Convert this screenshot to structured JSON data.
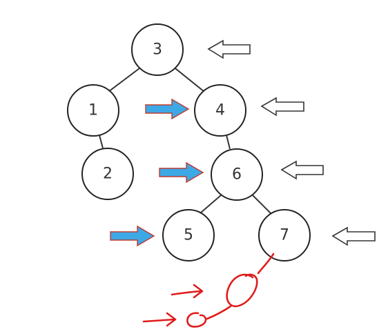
{
  "tree": {
    "nodes": [
      {
        "id": "n3",
        "label": "3"
      },
      {
        "id": "n1",
        "label": "1"
      },
      {
        "id": "n4",
        "label": "4"
      },
      {
        "id": "n2",
        "label": "2"
      },
      {
        "id": "n6",
        "label": "6"
      },
      {
        "id": "n5",
        "label": "5"
      },
      {
        "id": "n7",
        "label": "7"
      }
    ],
    "edges": [
      [
        "3",
        "1"
      ],
      [
        "3",
        "4"
      ],
      [
        "1",
        "2"
      ],
      [
        "4",
        "6"
      ],
      [
        "6",
        "5"
      ],
      [
        "6",
        "7"
      ]
    ]
  },
  "colors": {
    "node_stroke": "#222222",
    "blue_arrow_fill": "#3da8e6",
    "blue_arrow_outline": "#c0392b",
    "hollow_arrow_stroke": "#333333",
    "annotation": "#e01b1b"
  },
  "arrows": {
    "hollow_left": [
      "level-0",
      "level-1",
      "level-2",
      "level-3"
    ],
    "blue_right": [
      "to-node-4",
      "to-node-6",
      "to-node-5"
    ]
  }
}
